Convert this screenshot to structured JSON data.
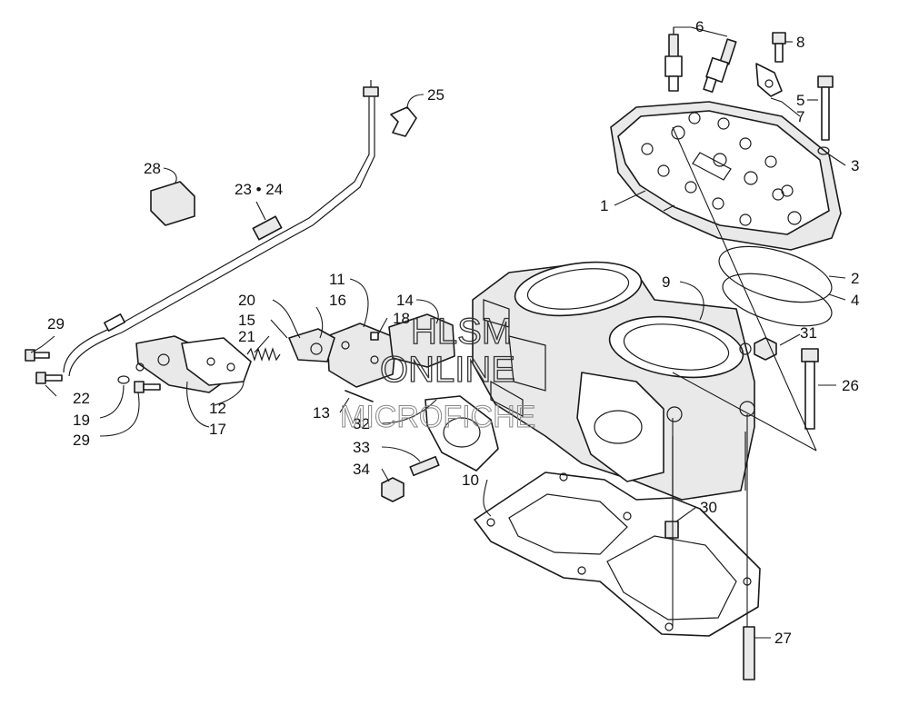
{
  "callouts": [
    {
      "id": "6",
      "label": "6"
    },
    {
      "id": "8",
      "label": "8"
    },
    {
      "id": "5",
      "label": "5"
    },
    {
      "id": "7",
      "label": "7"
    },
    {
      "id": "3",
      "label": "3"
    },
    {
      "id": "1",
      "label": "1"
    },
    {
      "id": "2",
      "label": "2"
    },
    {
      "id": "4",
      "label": "4"
    },
    {
      "id": "9",
      "label": "9"
    },
    {
      "id": "31",
      "label": "31"
    },
    {
      "id": "26",
      "label": "26"
    },
    {
      "id": "25",
      "label": "25"
    },
    {
      "id": "28",
      "label": "28"
    },
    {
      "id": "23-24",
      "label": "23 • 24"
    },
    {
      "id": "11",
      "label": "11"
    },
    {
      "id": "14",
      "label": "14"
    },
    {
      "id": "20",
      "label": "20"
    },
    {
      "id": "16",
      "label": "16"
    },
    {
      "id": "15",
      "label": "15"
    },
    {
      "id": "18",
      "label": "18"
    },
    {
      "id": "21",
      "label": "21"
    },
    {
      "id": "29a",
      "label": "29"
    },
    {
      "id": "22",
      "label": "22"
    },
    {
      "id": "19",
      "label": "19"
    },
    {
      "id": "29b",
      "label": "29"
    },
    {
      "id": "12",
      "label": "12"
    },
    {
      "id": "17",
      "label": "17"
    },
    {
      "id": "13",
      "label": "13"
    },
    {
      "id": "32",
      "label": "32"
    },
    {
      "id": "33",
      "label": "33"
    },
    {
      "id": "34",
      "label": "34"
    },
    {
      "id": "10",
      "label": "10"
    },
    {
      "id": "30",
      "label": "30"
    },
    {
      "id": "27",
      "label": "27"
    }
  ],
  "watermark": {
    "line1": "HLSM",
    "line2": "ONLINE",
    "line3": "MICROFICHE"
  }
}
